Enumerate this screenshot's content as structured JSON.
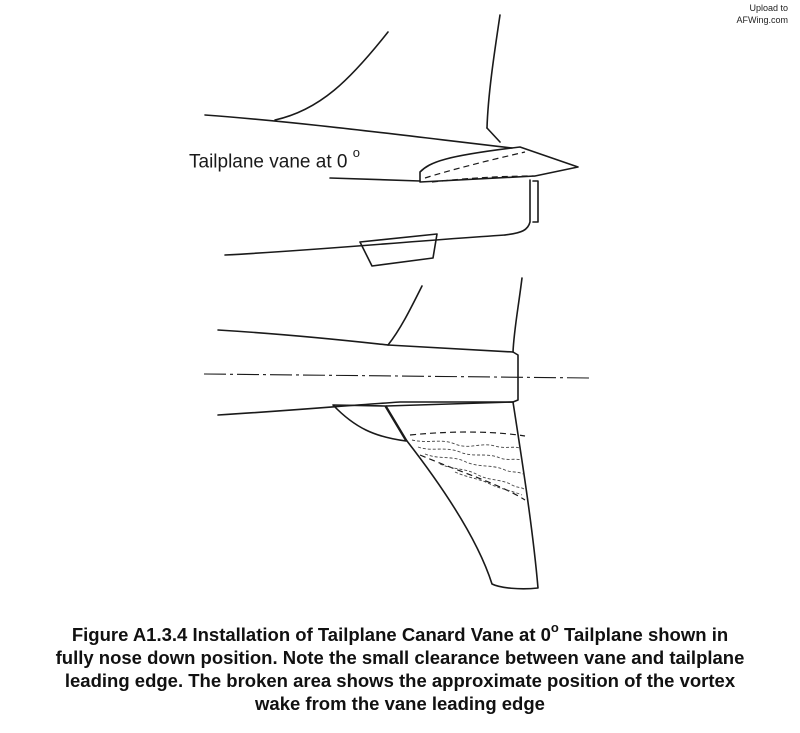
{
  "watermark": {
    "line1": "Upload to",
    "line2": "AFWing.com"
  },
  "label": {
    "text": "Tailplane vane at 0",
    "degree": "o"
  },
  "caption": {
    "line1_before": "Figure A1.3.4   Installation of Tailplane Canard Vane at 0",
    "degree": "o",
    "line1_after": "   Tailplane shown in",
    "line2": "fully nose down position.   Note the small clearance between vane and tailplane",
    "line3": "leading edge.  The broken area shows the approximate position of the vortex",
    "line4": "wake from the vane leading edge"
  }
}
